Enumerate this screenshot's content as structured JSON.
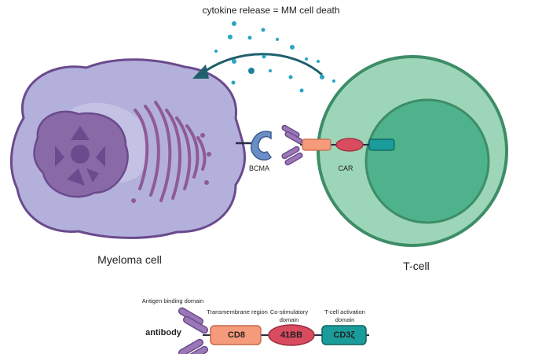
{
  "caption": "cytokine release = MM cell death",
  "cells": {
    "myeloma_label": "Myeloma cell",
    "tcell_label": "T-cell"
  },
  "receptors": {
    "bcma_label": "BCMA",
    "car_label": "CAR"
  },
  "legend": {
    "antigen_binding": "Antigen binding domain",
    "transmembrane": "Transmembrane region",
    "costimulatory": "Co-stimulatory domain",
    "tcell_activation": "T-cell activation domain",
    "antibody": "antibody",
    "cd8": "CD8",
    "bb41": "41BB",
    "cd3": "CD3ζ"
  },
  "colors": {
    "myeloma_fill": "#b3b1db",
    "myeloma_stroke": "#6b4a8e",
    "nucleus": "#8a6aa6",
    "er": "#8f5a98",
    "tcell_outer": "#9dd5b8",
    "tcell_inner": "#4eb38c",
    "tcell_stroke": "#3d8d66",
    "cd8": "#f59a7a",
    "bb41": "#d94b5f",
    "cd3": "#1a9c9a",
    "cytokine": "#27a5c2",
    "arrow": "#1f5f6b"
  }
}
